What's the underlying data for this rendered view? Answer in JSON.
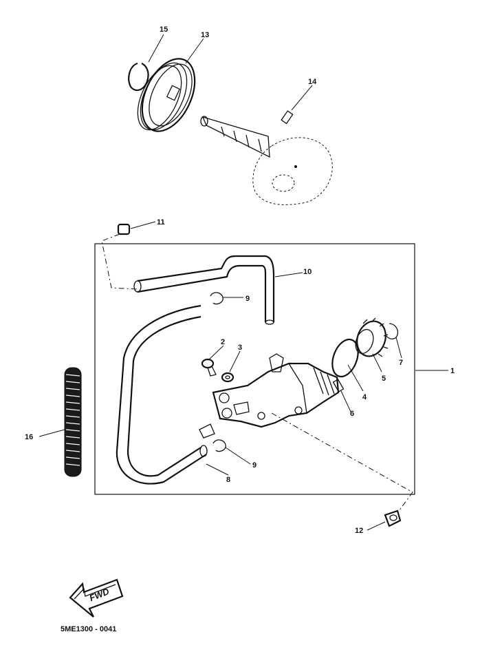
{
  "callouts": {
    "c1": "1",
    "c2": "2",
    "c3": "3",
    "c4": "4",
    "c5": "5",
    "c6": "6",
    "c7": "7",
    "c8": "8",
    "c9a": "9",
    "c9b": "9",
    "c10": "10",
    "c11": "11",
    "c12": "12",
    "c13": "13",
    "c14": "14",
    "c15": "15",
    "c16": "16"
  },
  "fwd_label": "FWD",
  "diagram_code": "5ME1300 - 0041"
}
